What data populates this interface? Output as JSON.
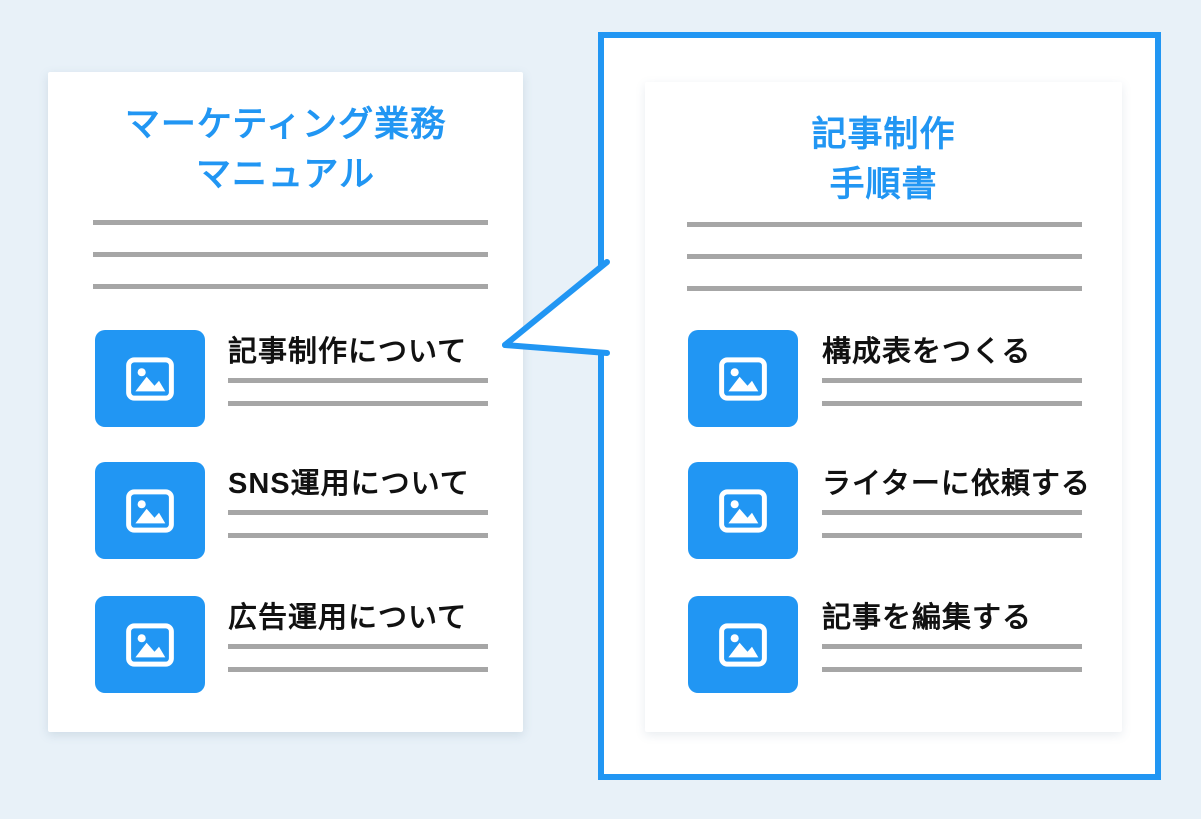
{
  "colors": {
    "background": "#E8F1F8",
    "accent": "#2196F3",
    "line": "#A6A6A6",
    "text": "#111111",
    "card": "#FFFFFF"
  },
  "left_doc": {
    "title_line1": "マーケティング業務",
    "title_line2": "マニュアル",
    "items": [
      {
        "title": "記事制作について",
        "icon": "image-icon"
      },
      {
        "title": "SNS運用について",
        "icon": "image-icon"
      },
      {
        "title": "広告運用について",
        "icon": "image-icon"
      }
    ]
  },
  "right_doc": {
    "title_line1": "記事制作",
    "title_line2": "手順書",
    "items": [
      {
        "title": "構成表をつくる",
        "icon": "image-icon"
      },
      {
        "title": "ライターに依頼する",
        "icon": "image-icon"
      },
      {
        "title": "記事を編集する",
        "icon": "image-icon"
      }
    ]
  }
}
